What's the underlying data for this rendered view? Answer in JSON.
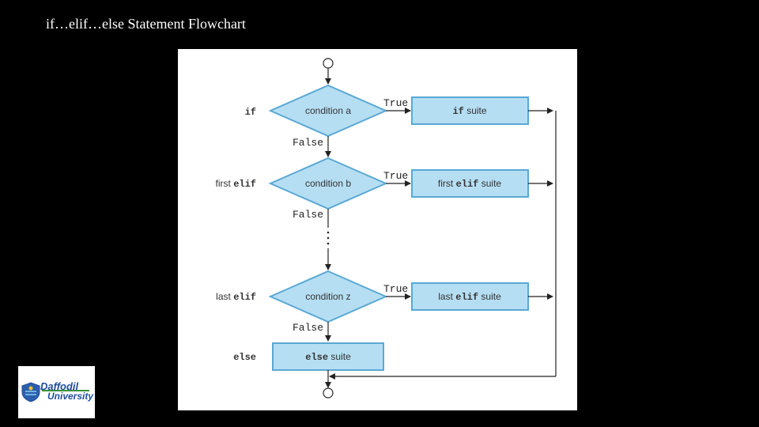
{
  "title": "if…elif…else Statement Flowchart",
  "diagram": {
    "decisions": [
      {
        "row_label_text": "",
        "row_label_code": "if",
        "condition": "condition a",
        "suite_text_before": "",
        "suite_code": "if",
        "suite_text_after": " suite"
      },
      {
        "row_label_text": "first ",
        "row_label_code": "elif",
        "condition": "condition b",
        "suite_text_before": "first ",
        "suite_code": "elif",
        "suite_text_after": " suite"
      },
      {
        "row_label_text": "last ",
        "row_label_code": "elif",
        "condition": "condition z",
        "suite_text_before": "last ",
        "suite_code": "elif",
        "suite_text_after": " suite"
      }
    ],
    "true_label": "True",
    "false_label": "False",
    "else_row_label": "else",
    "else_suite_code": "else",
    "else_suite_text": " suite",
    "colors": {
      "box_fill": "#b6def3",
      "box_stroke": "#5aa8d4",
      "line": "#222222"
    }
  },
  "logo": {
    "name_line1": "Daffodil",
    "name_line2": "University"
  }
}
